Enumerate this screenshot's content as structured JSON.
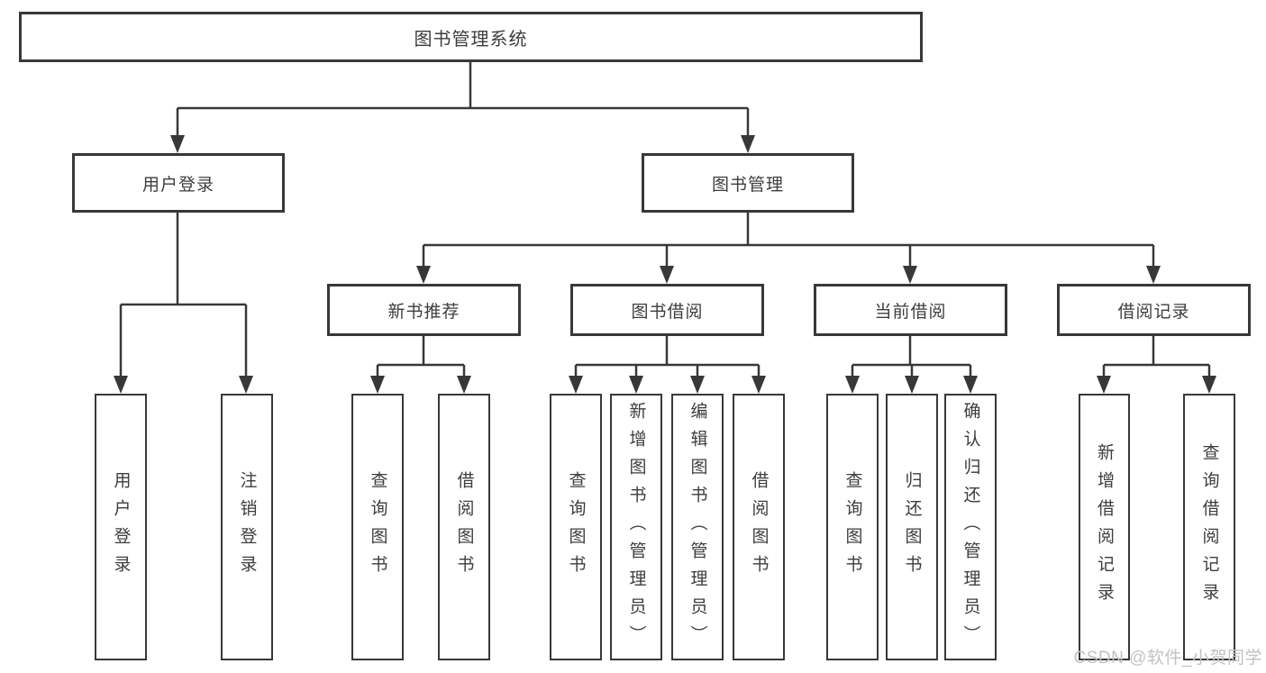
{
  "colors": {
    "line": "#383838",
    "box_border": "#383838",
    "box_fill": "#ffffff",
    "text": "#3d3d3d",
    "watermark": "#c2c2c2",
    "background": "#ffffff"
  },
  "watermark": {
    "text": "CSDN @软件_小贺同学"
  },
  "tree": {
    "root": {
      "label": "图书管理系统",
      "children": [
        {
          "label": "用户登录",
          "children": [
            {
              "label": "用户登录"
            },
            {
              "label": "注销登录"
            }
          ]
        },
        {
          "label": "图书管理",
          "children": [
            {
              "label": "新书推荐",
              "children": [
                {
                  "label": "查询图书"
                },
                {
                  "label": "借阅图书"
                }
              ]
            },
            {
              "label": "图书借阅",
              "children": [
                {
                  "label": "查询图书"
                },
                {
                  "label": "新增图书（管理员）"
                },
                {
                  "label": "编辑图书（管理员）"
                },
                {
                  "label": "借阅图书"
                }
              ]
            },
            {
              "label": "当前借阅",
              "children": [
                {
                  "label": "查询图书"
                },
                {
                  "label": "归还图书"
                },
                {
                  "label": "确认归还（管理员）"
                }
              ]
            },
            {
              "label": "借阅记录",
              "children": [
                {
                  "label": "新增借阅记录"
                },
                {
                  "label": "查询借阅记录"
                }
              ]
            }
          ]
        }
      ]
    }
  }
}
